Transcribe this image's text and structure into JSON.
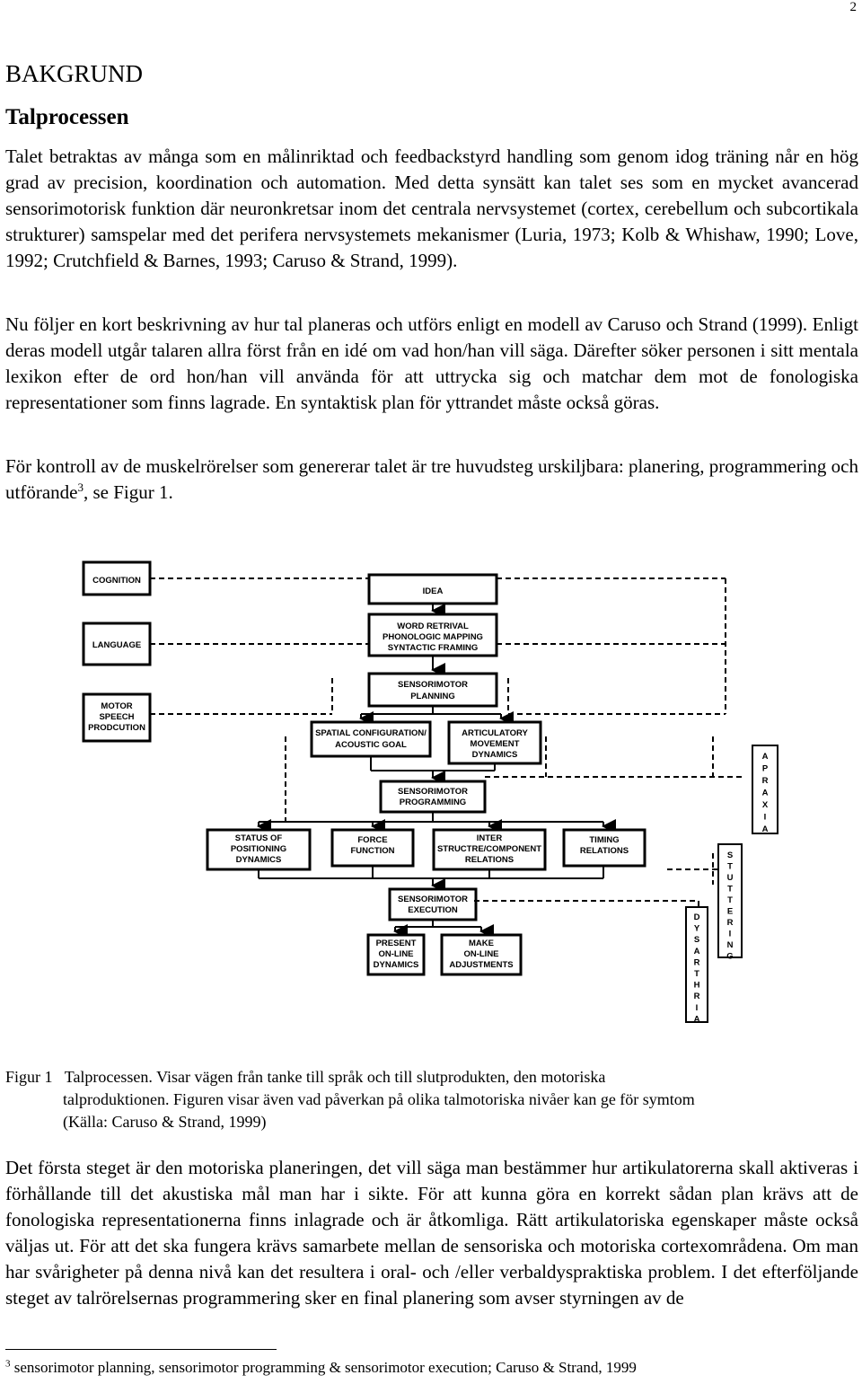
{
  "page": {
    "number": "2"
  },
  "headings": {
    "section": "BAKGRUND",
    "subsection": "Talprocessen"
  },
  "paragraphs": {
    "p1": "Talet betraktas av många som en målinriktad och feedbackstyrd handling som genom idog träning når en hög grad av precision, koordination och automation. Med detta synsätt kan talet ses som en mycket avancerad sensorimotorisk funktion där neuronkretsar inom det centrala nervsystemet (cortex, cerebellum och subcortikala strukturer) samspelar med det perifera nervsystemets mekanismer (Luria, 1973;  Kolb & Whishaw, 1990; Love, 1992; Crutchfield & Barnes, 1993; Caruso & Strand, 1999).",
    "p2": "Nu följer en kort beskrivning av hur tal planeras och utförs enligt en modell av Caruso och Strand (1999). Enligt deras modell utgår talaren allra först från en idé om vad hon/han vill säga. Därefter söker personen i sitt mentala lexikon efter de ord hon/han vill använda för att uttrycka sig och matchar dem mot de fonologiska representationer som finns lagrade. En syntaktisk plan för yttrandet måste också göras.",
    "p3_before": "För kontroll av de muskelrörelser som genererar talet är tre huvudsteg urskiljbara: planering, programmering och utförande",
    "p3_sup": "3",
    "p3_after": ",  se Figur 1.",
    "p4": "Det första steget är den motoriska planeringen, det vill säga man bestämmer hur artikulatorerna skall aktiveras i förhållande till det akustiska mål man har i sikte. För att kunna göra en korrekt sådan plan krävs att de fonologiska representationerna finns inlagrade och är åtkomliga. Rätt artikulatoriska egenskaper måste också väljas ut. För att det ska fungera krävs samarbete mellan de sensoriska och motoriska cortexområdena. Om man har svårigheter på denna nivå kan det resultera i oral- och /eller verbaldyspraktiska problem. I det efterföljande steget av talrörelsernas programmering sker en final planering som avser styrningen av de"
  },
  "figure": {
    "side_labels": {
      "cognition": "COGNITION",
      "language": "LANGUAGE",
      "motor_l1": "MOTOR",
      "motor_l2": "SPEECH",
      "motor_l3": "PRODCUTION"
    },
    "boxes": {
      "idea": "IDEA",
      "word_l1": "WORD RETRIVAL",
      "word_l2": "PHONOLOGIC MAPPING",
      "word_l3": "SYNTACTIC FRAMING",
      "plan_l1": "SENSORIMOTOR",
      "plan_l2": "PLANNING",
      "spatial_l1": "SPATIAL CONFIGURATION/",
      "spatial_l2": "ACOUSTIC GOAL",
      "artic_l1": "ARTICULATORY",
      "artic_l2": "MOVEMENT",
      "artic_l3": "DYNAMICS",
      "prog_l1": "SENSORIMOTOR",
      "prog_l2": "PROGRAMMING",
      "status_l1": "STATUS OF",
      "status_l2": "POSITIONING",
      "status_l3": "DYNAMICS",
      "force_l1": "FORCE",
      "force_l2": "FUNCTION",
      "inter_l1": "INTER",
      "inter_l2": "STRUCTRE/COMPONENT",
      "inter_l3": "RELATIONS",
      "timing_l1": "TIMING",
      "timing_l2": "RELATIONS",
      "exec_l1": "SENSORIMOTOR",
      "exec_l2": "EXECUTION",
      "present_l1": "PRESENT",
      "present_l2": "ON-LINE",
      "present_l3": "DYNAMICS",
      "make_l1": "MAKE",
      "make_l2": "ON-LINE",
      "make_l3": "ADJUSTMENTS"
    },
    "vertical_labels": {
      "apraxia": [
        "A",
        "P",
        "R",
        "A",
        "X",
        "I",
        "A"
      ],
      "stuttering": [
        "S",
        "T",
        "U",
        "T",
        "T",
        "E",
        "R",
        "I",
        "N",
        "G"
      ],
      "dysarthria": [
        "D",
        "Y",
        "S",
        "A",
        "R",
        "T",
        "H",
        "R",
        "I",
        "A"
      ]
    }
  },
  "caption": {
    "label": "Figur 1",
    "title": "Talprocessen.",
    "line1_rest": "Visar vägen från tanke till språk och till slutprodukten, den motoriska",
    "line2": "talproduktionen. Figuren visar även vad påverkan på olika talmotoriska nivåer kan ge för symtom",
    "line3": "(Källa: Caruso & Strand, 1999)"
  },
  "footnote": {
    "mark": "3",
    "text": "sensorimotor planning, sensorimotor programming & sensorimotor execution; Caruso & Strand, 1999"
  }
}
